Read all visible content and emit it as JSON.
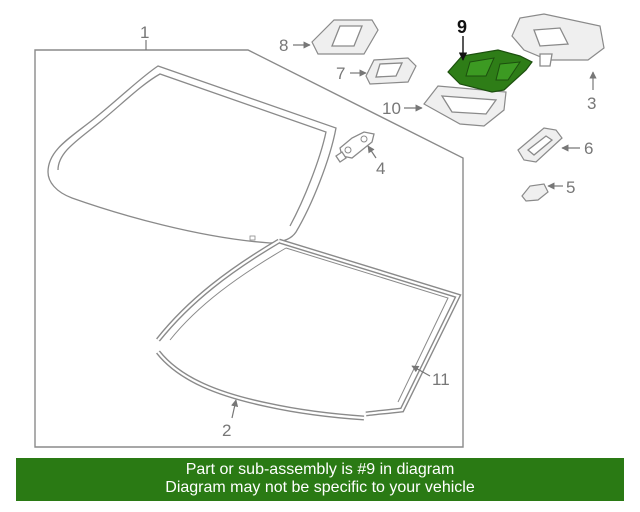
{
  "colors": {
    "highlight": "#2e7d17",
    "footer_bg": "#2a7a14",
    "footer_text": "#ffffff",
    "line": "#8a8a8a"
  },
  "callouts": {
    "c1": "1",
    "c2": "2",
    "c3": "3",
    "c4": "4",
    "c5": "5",
    "c6": "6",
    "c7": "7",
    "c8": "8",
    "c9": "9",
    "c10": "10",
    "c11": "11"
  },
  "highlighted_part": "9",
  "footer": {
    "line1": "Part or sub-assembly is #9 in diagram",
    "line2": "Diagram may not be specific to your vehicle"
  }
}
